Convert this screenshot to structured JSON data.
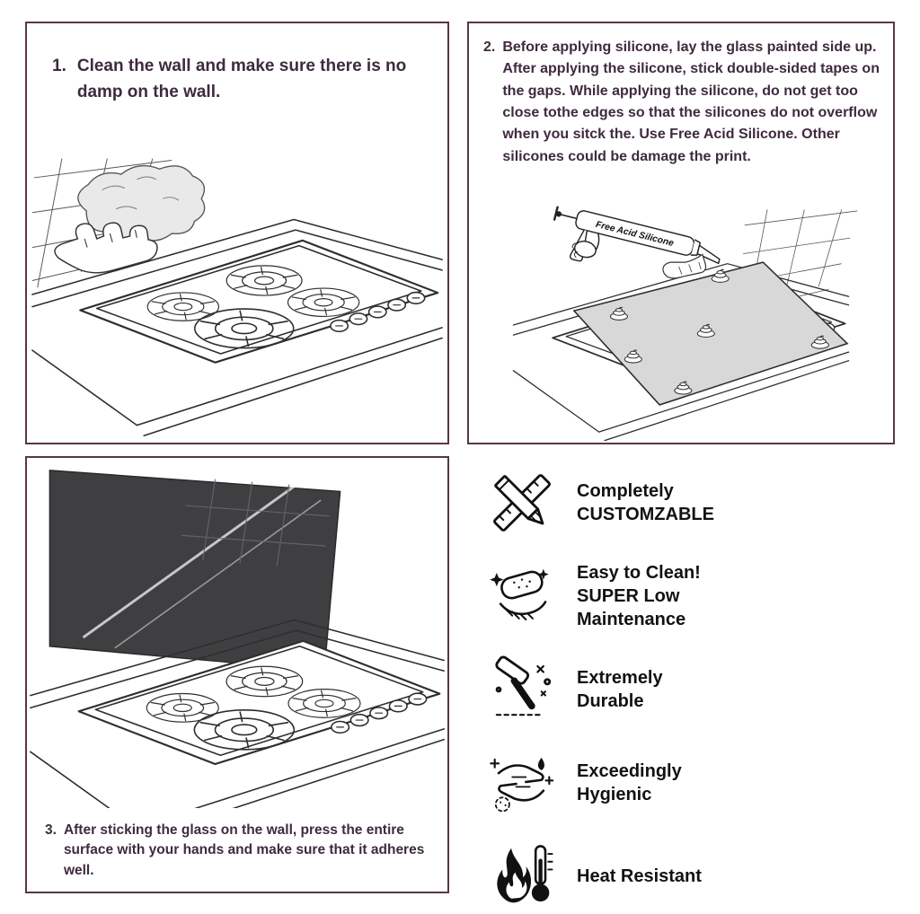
{
  "colors": {
    "panel_border": "#5b3644",
    "step_text": "#3f2a3f",
    "feature_text": "#121212",
    "glass_light": "#d8d8d8",
    "glass_dark": "#3f3f41"
  },
  "steps": [
    {
      "number": "1.",
      "text": "Clean the wall and make sure there is no damp on the wall."
    },
    {
      "number": "2.",
      "text": "Before applying silicone, lay the glass painted side up. After applying the silicone, stick double-sided tapes on the gaps. While applying the silicone, do not get too close tothe edges so that the silicones do not overflow when you sitck the. Use Free Acid Silicone. Other silicones could be damage the print."
    },
    {
      "number": "3.",
      "text": "After sticking the glass on the wall, press the entire surface with your hands and make sure that it adheres well."
    }
  ],
  "panel2": {
    "tube_label": "Free Acid Silicone"
  },
  "features": [
    {
      "name": "customizable",
      "label": "Completely\nCUSTOMZABLE"
    },
    {
      "name": "easy-clean",
      "label": "Easy to Clean!\nSUPER Low\nMaintenance"
    },
    {
      "name": "durable",
      "label": "Extremely\nDurable"
    },
    {
      "name": "hygienic",
      "label": "Exceedingly\nHygienic"
    },
    {
      "name": "heat-resistant",
      "label": "Heat Resistant"
    }
  ]
}
